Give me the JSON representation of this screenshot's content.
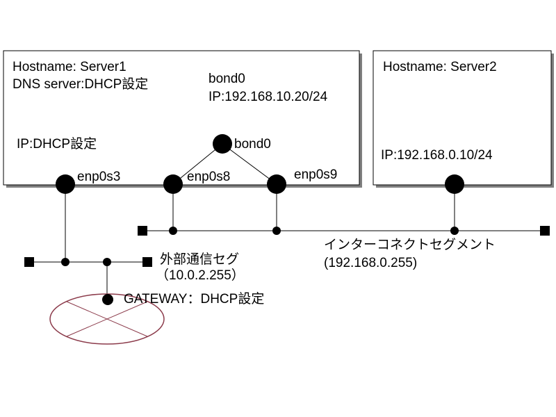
{
  "server1": {
    "hostname": "Hostname:  Server1",
    "dns": "DNS server:DHCP設定",
    "bond_name": "bond0",
    "bond_ip": "IP:192.168.10.20/24",
    "ip": "IP:DHCP設定",
    "bond_node_label": "bond0",
    "nic_enp0s3": "enp0s3",
    "nic_enp0s8": "enp0s8",
    "nic_enp0s9": "enp0s9"
  },
  "server2": {
    "hostname": "Hostname:  Server2",
    "ip": "IP:192.168.0.10/24"
  },
  "external_segment": {
    "name": "外部通信セグ",
    "address": "（10.0.2.255）"
  },
  "interconnect_segment": {
    "name": "インターコネクトセグメント",
    "address": "(192.168.0.255)"
  },
  "gateway": {
    "label": "GATEWAY：DHCP設定"
  },
  "colors": {
    "box_border": "#000000",
    "box_shadow": "#7f7f7f",
    "gateway_outline": "#8b3a4a",
    "line": "#000000"
  }
}
